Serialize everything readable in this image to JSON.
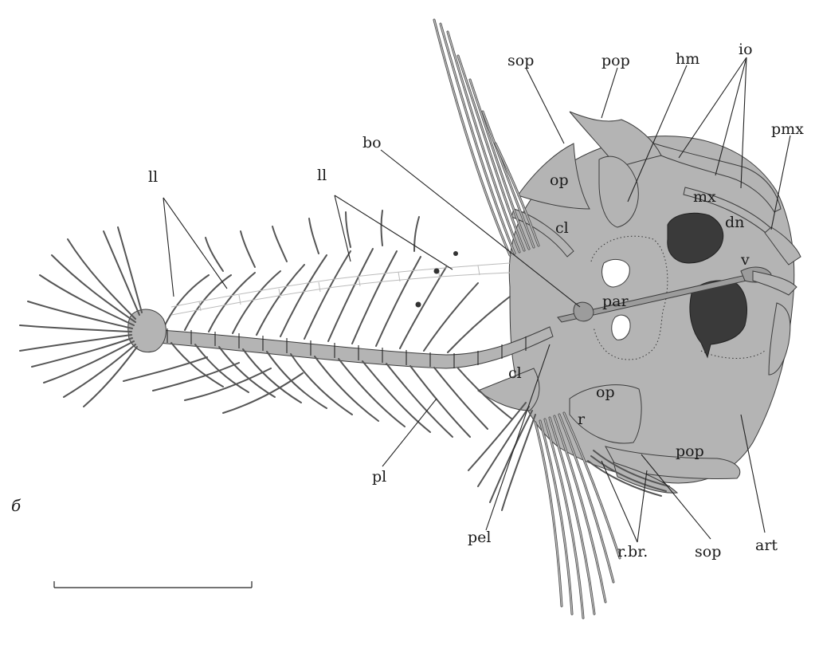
{
  "figure": {
    "panel_label": "б",
    "labels": {
      "ll_left": "ll",
      "ll_right": "ll",
      "bo": "bo",
      "sop_top": "sop",
      "pop_top": "pop",
      "hm": "hm",
      "io": "io",
      "pmx": "pmx",
      "op_top": "op",
      "cl_top": "cl",
      "mx": "mx",
      "dn": "dn",
      "v": "v",
      "par": "par",
      "cl_bottom": "cl",
      "op_bottom": "op",
      "r": "r",
      "pop_bottom": "pop",
      "pl": "pl",
      "pel": "pel",
      "art": "art",
      "rbr": "r.br.",
      "sop_bottom": "sop"
    },
    "colors": {
      "bone_fill": "#b4b4b4",
      "bone_outline": "#3c3c3c",
      "orbit_fill": "#3a3a3a",
      "background": "#ffffff"
    }
  }
}
